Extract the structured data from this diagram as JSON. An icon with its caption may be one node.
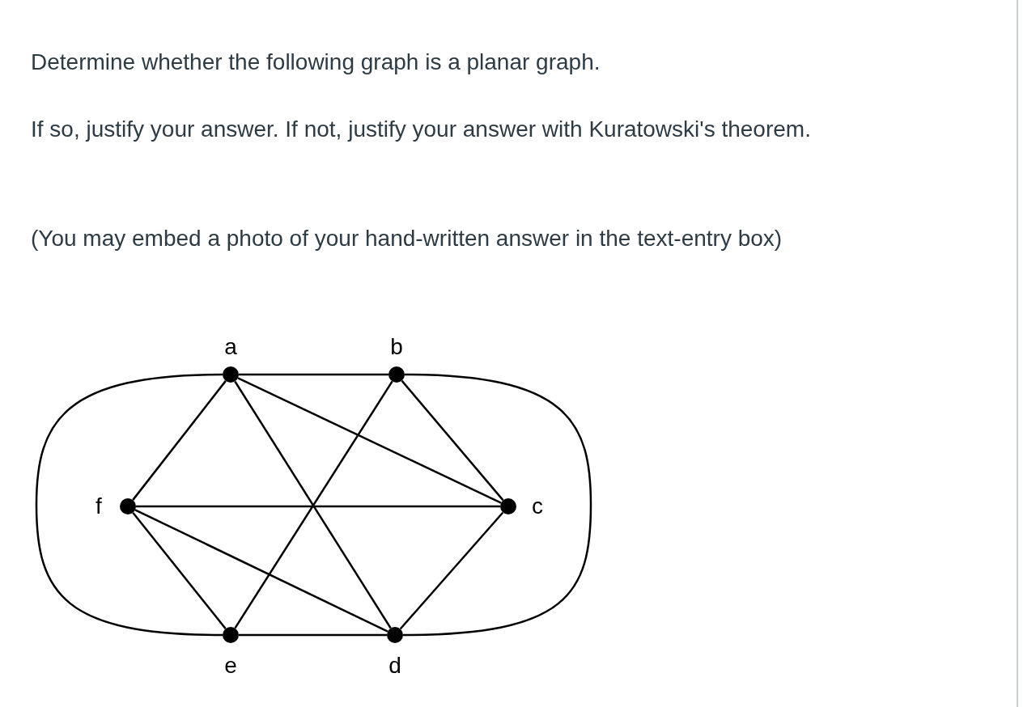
{
  "diagram": {
    "title": "Determine whether the following graph is a planar graph.",
    "nodes": [
      {
        "text": [],
        "shape": "circle",
        "beside": [
          "a"
        ]
      },
      {
        "text": [],
        "shape": "circle",
        "beside": [
          "b"
        ]
      },
      {
        "text": [],
        "shape": "circle",
        "beside": [
          "c"
        ]
      },
      {
        "text": [],
        "shape": "circle",
        "beside": [
          "d"
        ]
      },
      {
        "text": [],
        "shape": "circle",
        "beside": [
          "e"
        ]
      },
      {
        "text": [],
        "shape": "circle",
        "beside": [
          "f"
        ]
      }
    ],
    "edges": [
      {
        "from": 0,
        "to": 1,
        "arrow": "none"
      },
      {
        "from": 0,
        "to": 5,
        "arrow": "none"
      },
      {
        "from": 0,
        "to": 3,
        "arrow": "none"
      },
      {
        "from": 0,
        "to": 2,
        "arrow": "none"
      },
      {
        "from": 1,
        "to": 2,
        "arrow": "none"
      },
      {
        "from": 1,
        "to": 4,
        "arrow": "none"
      },
      {
        "from": 1,
        "to": 3,
        "arrow": "none"
      },
      {
        "from": 5,
        "to": 2,
        "arrow": "none"
      },
      {
        "from": 5,
        "to": 3,
        "arrow": "none"
      },
      {
        "from": 5,
        "to": 4,
        "arrow": "none"
      },
      {
        "from": 2,
        "to": 3,
        "arrow": "none"
      },
      {
        "from": 4,
        "to": 3,
        "arrow": "none"
      },
      {
        "from": 0,
        "to": 4,
        "arrow": "none"
      }
    ],
    "labels": [
      "If so, justify your answer. If not, justify your answer with Kuratowski's theorem.",
      "(You may embed a photo of your hand-written answer in the text-entry box)"
    ]
  }
}
